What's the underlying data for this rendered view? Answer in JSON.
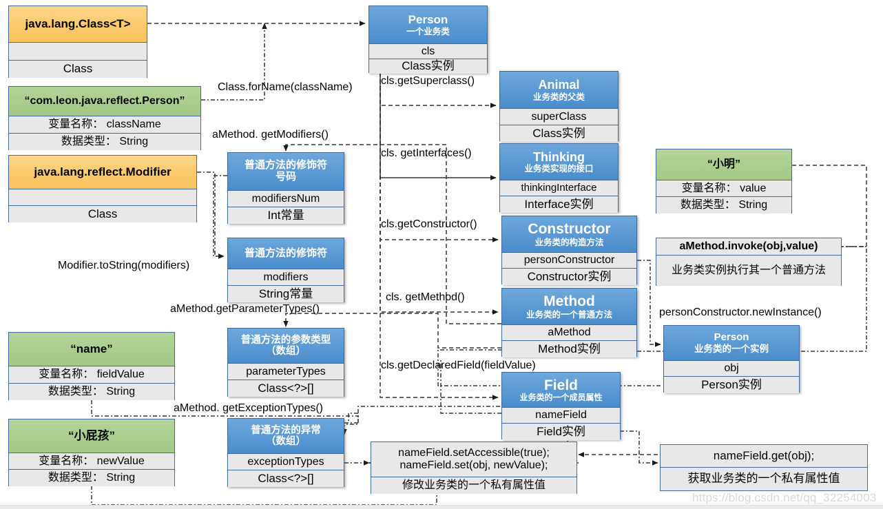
{
  "diagram": {
    "title": "Java Reflection Flow Diagram",
    "watermark": "https://blog.csdn.net/qq_32254003",
    "colors": {
      "orange_header": "#fbc96c",
      "green_header": "#a8cd8c",
      "blue_header": "#5d9bd5",
      "row_fill": "#e8e8e8",
      "border": "#41699b",
      "connector": "#333333"
    }
  },
  "nodes": [
    {
      "id": "java-lang-class",
      "style": "orange",
      "title": "java.lang.Class<T>",
      "subtitle": "",
      "rows": [
        "",
        "Class"
      ]
    },
    {
      "id": "classname-value",
      "style": "green",
      "title": "“com.leon.java.reflect.Person”",
      "subtitle": "",
      "rows": [
        "变量名称： className",
        "数据类型： String"
      ]
    },
    {
      "id": "java-lang-reflect-modifier",
      "style": "orange",
      "title": "java.lang.reflect.Modifier",
      "subtitle": "",
      "rows": [
        "",
        "Class"
      ]
    },
    {
      "id": "name-value",
      "style": "green",
      "title": "“name”",
      "subtitle": "",
      "rows": [
        "变量名称： fieldValue",
        "数据类型： String"
      ]
    },
    {
      "id": "newvalue-value",
      "style": "green",
      "title": "“小屁孩”",
      "subtitle": "",
      "rows": [
        "变量名称： newValue",
        "数据类型： String"
      ]
    },
    {
      "id": "modifiers-num",
      "style": "blue",
      "title": "普通方法的修饰符",
      "subtitle": "号码",
      "rows": [
        "modifiersNum",
        "Int常量"
      ]
    },
    {
      "id": "modifiers-str",
      "style": "blue",
      "title": "普通方法的修饰符",
      "subtitle": "",
      "rows": [
        "modifiers",
        "String常量"
      ]
    },
    {
      "id": "parameter-types",
      "style": "blue",
      "title": "普通方法的参数类型",
      "subtitle": "（数组）",
      "rows": [
        "parameterTypes",
        "Class<?>[]"
      ]
    },
    {
      "id": "exception-types",
      "style": "blue",
      "title": "普通方法的异常",
      "subtitle": "（数组）",
      "rows": [
        "exceptionTypes",
        "Class<?>[]"
      ]
    },
    {
      "id": "person-class",
      "style": "blue",
      "title": "Person",
      "subtitle": "一个业务类",
      "rows": [
        "cls",
        "Class实例"
      ]
    },
    {
      "id": "animal-class",
      "style": "blue",
      "title": "Animal",
      "subtitle": "业务类的父类",
      "rows": [
        "superClass",
        "Class实例"
      ]
    },
    {
      "id": "thinking-interface",
      "style": "blue",
      "title": "Thinking",
      "subtitle": "业务类实现的接口",
      "rows": [
        "thinkingInterface",
        "Interface实例"
      ]
    },
    {
      "id": "constructor",
      "style": "blue",
      "title": "Constructor",
      "subtitle": "业务类的构造方法",
      "rows": [
        "personConstructor",
        "Constructor实例"
      ]
    },
    {
      "id": "method",
      "style": "blue",
      "title": "Method",
      "subtitle": "业务类的一个普通方法",
      "rows": [
        "aMethod",
        "Method实例"
      ]
    },
    {
      "id": "field",
      "style": "blue",
      "title": "Field",
      "subtitle": "业务类的一个成员属性",
      "rows": [
        "nameField",
        "Field实例"
      ]
    },
    {
      "id": "xiaoming-value",
      "style": "green",
      "title": "“小明”",
      "subtitle": "",
      "rows": [
        "变量名称： value",
        "数据类型： String"
      ]
    },
    {
      "id": "invoke-note",
      "style": "plain",
      "title": "aMethod.invoke(obj,value)",
      "subtitle": "",
      "rows": [
        "业务类实例执行其一个普通方法"
      ]
    },
    {
      "id": "person-instance",
      "style": "blue",
      "title": "Person",
      "subtitle": "业务类的一个实例",
      "rows": [
        "obj",
        "Person实例"
      ]
    },
    {
      "id": "set-field-note",
      "style": "plain",
      "title": "nameField.setAccessible(true);\nnameField.set(obj, newValue);",
      "subtitle": "",
      "rows": [
        "修改业务类的一个私有属性值"
      ]
    },
    {
      "id": "get-field-note",
      "style": "plain",
      "title": "nameField.get(obj);",
      "subtitle": "",
      "rows": [
        "获取业务类的一个私有属性值"
      ]
    }
  ],
  "edge_labels": [
    {
      "id": "class-forname",
      "text": "Class.forName(className)"
    },
    {
      "id": "get-modifiers",
      "text": "aMethod. getModifiers()"
    },
    {
      "id": "modifier-tostring",
      "text": "Modifier.toString(modifiers)"
    },
    {
      "id": "get-parameter-types",
      "text": "aMethod.getParameterTypes()"
    },
    {
      "id": "get-exception-types",
      "text": "aMethod. getExceptionTypes()"
    },
    {
      "id": "get-superclass",
      "text": "cls.getSuperclass()"
    },
    {
      "id": "get-interfaces",
      "text": "cls. getInterfaces()"
    },
    {
      "id": "get-constructor",
      "text": "cls.getConstructor()"
    },
    {
      "id": "get-method",
      "text": "cls. getMethod()"
    },
    {
      "id": "get-declared-field",
      "text": "cls.getDeclaredField(fieldValue)"
    },
    {
      "id": "new-instance",
      "text": "personConstructor.newInstance()"
    }
  ]
}
